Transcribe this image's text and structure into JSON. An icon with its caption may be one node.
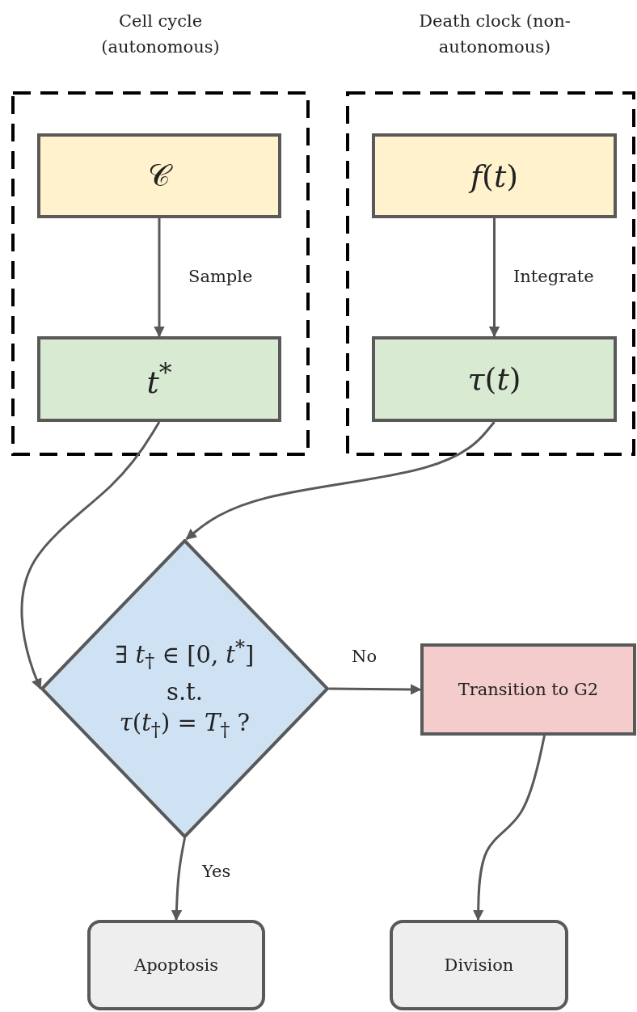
{
  "diagram": {
    "nodes": [
      {
        "text": [
          "Cell cycle (autonomous)"
        ]
      },
      {
        "text": [
          "Death clock (non-autonomous)"
        ]
      },
      {
        "text": [
          "𝒞"
        ],
        "in": 0
      },
      {
        "text": [
          "*f*(*t*)"
        ],
        "in": 1
      },
      {
        "text": [
          "*t*$^{*}$"
        ],
        "in": 0
      },
      {
        "text": [
          "*τ*(*t*)"
        ],
        "in": 1
      },
      {
        "text": [
          "∃ *t*$_{†}$ ∈ [0, *t*$^{*}$]",
          "s.t.",
          "*τ*(*t*$_{†}$) = *T*$_{†}$ ?"
        ]
      },
      {
        "text": [
          "Transition to G2"
        ]
      },
      {
        "text": [
          "Apoptosis"
        ]
      },
      {
        "text": [
          "Division"
        ]
      }
    ],
    "edges": [
      {
        "from": 2,
        "to": 4,
        "arrow": "to",
        "label": "Sample"
      },
      {
        "from": 3,
        "to": 5,
        "arrow": "to",
        "label": "Integrate"
      },
      {
        "from": 4,
        "to": 6,
        "arrow": "to"
      },
      {
        "from": 5,
        "to": 6,
        "arrow": "to"
      },
      {
        "from": 6,
        "to": 7,
        "arrow": "to",
        "label": "No"
      },
      {
        "from": 6,
        "to": 8,
        "arrow": "to",
        "label": "Yes"
      },
      {
        "from": 7,
        "to": 9,
        "arrow": "to"
      }
    ]
  }
}
